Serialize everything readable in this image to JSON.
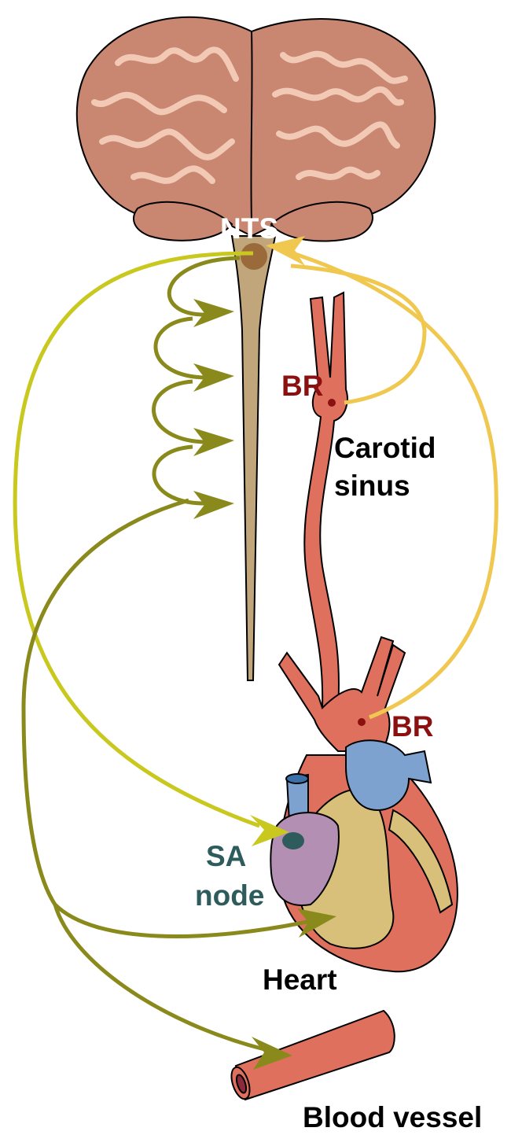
{
  "labels": {
    "nts": "NTS",
    "br_carotid": "BR",
    "carotid_sinus_line1": "Carotid",
    "carotid_sinus_line2": "sinus",
    "br_aortic": "BR",
    "sa_node_line1": "SA",
    "sa_node_line2": "node",
    "heart": "Heart",
    "blood_vessel": "Blood vessel"
  },
  "colors": {
    "brain": "#c98670",
    "brain_gyri": "#f1c9b5",
    "brainstem": "#c0a67a",
    "nts_nucleus": "#9a6a3a",
    "artery": "#e0705e",
    "vein_blue": "#7ea2d0",
    "sa_node": "#b38fb4",
    "sa_node_dot": "#2e5b5b",
    "heart_fat": "#d8c07a",
    "afferent_arrow": "#f0c850",
    "sympathetic_arrow": "#8a8a1c",
    "vagal_arrow": "#c8c81e",
    "br_text": "#8b1010",
    "sa_text": "#2e5b5b"
  }
}
